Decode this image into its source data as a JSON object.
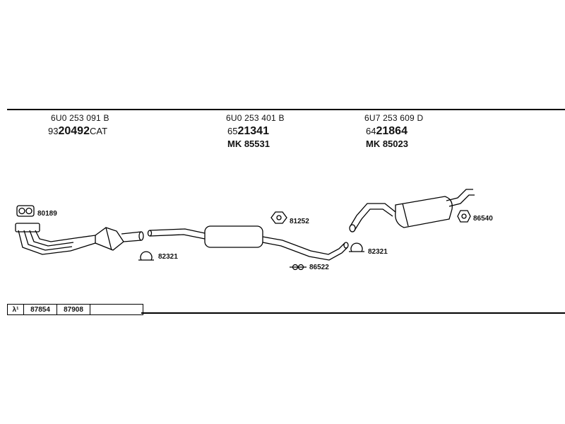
{
  "parts": {
    "col1": {
      "oem": "6U0 253 091 B",
      "prefix": "93",
      "big": "20492",
      "suffix": "CAT"
    },
    "col2": {
      "oem": "6U0 253 401 B",
      "prefix": "65",
      "big": "21341",
      "mk": "MK  85531"
    },
    "col3": {
      "oem": "6U7 253 609 D",
      "prefix": "64",
      "big": "21864",
      "mk": "MK  85023"
    }
  },
  "callouts": {
    "gasket_front": "80189",
    "clamp_1": "82321",
    "hanger_1": "81252",
    "clamp_2": "86522",
    "clamp_3": "82321",
    "hanger_2": "86540"
  },
  "table": {
    "lambda": "λ¹",
    "cells": [
      "87854",
      "87908",
      ""
    ]
  }
}
